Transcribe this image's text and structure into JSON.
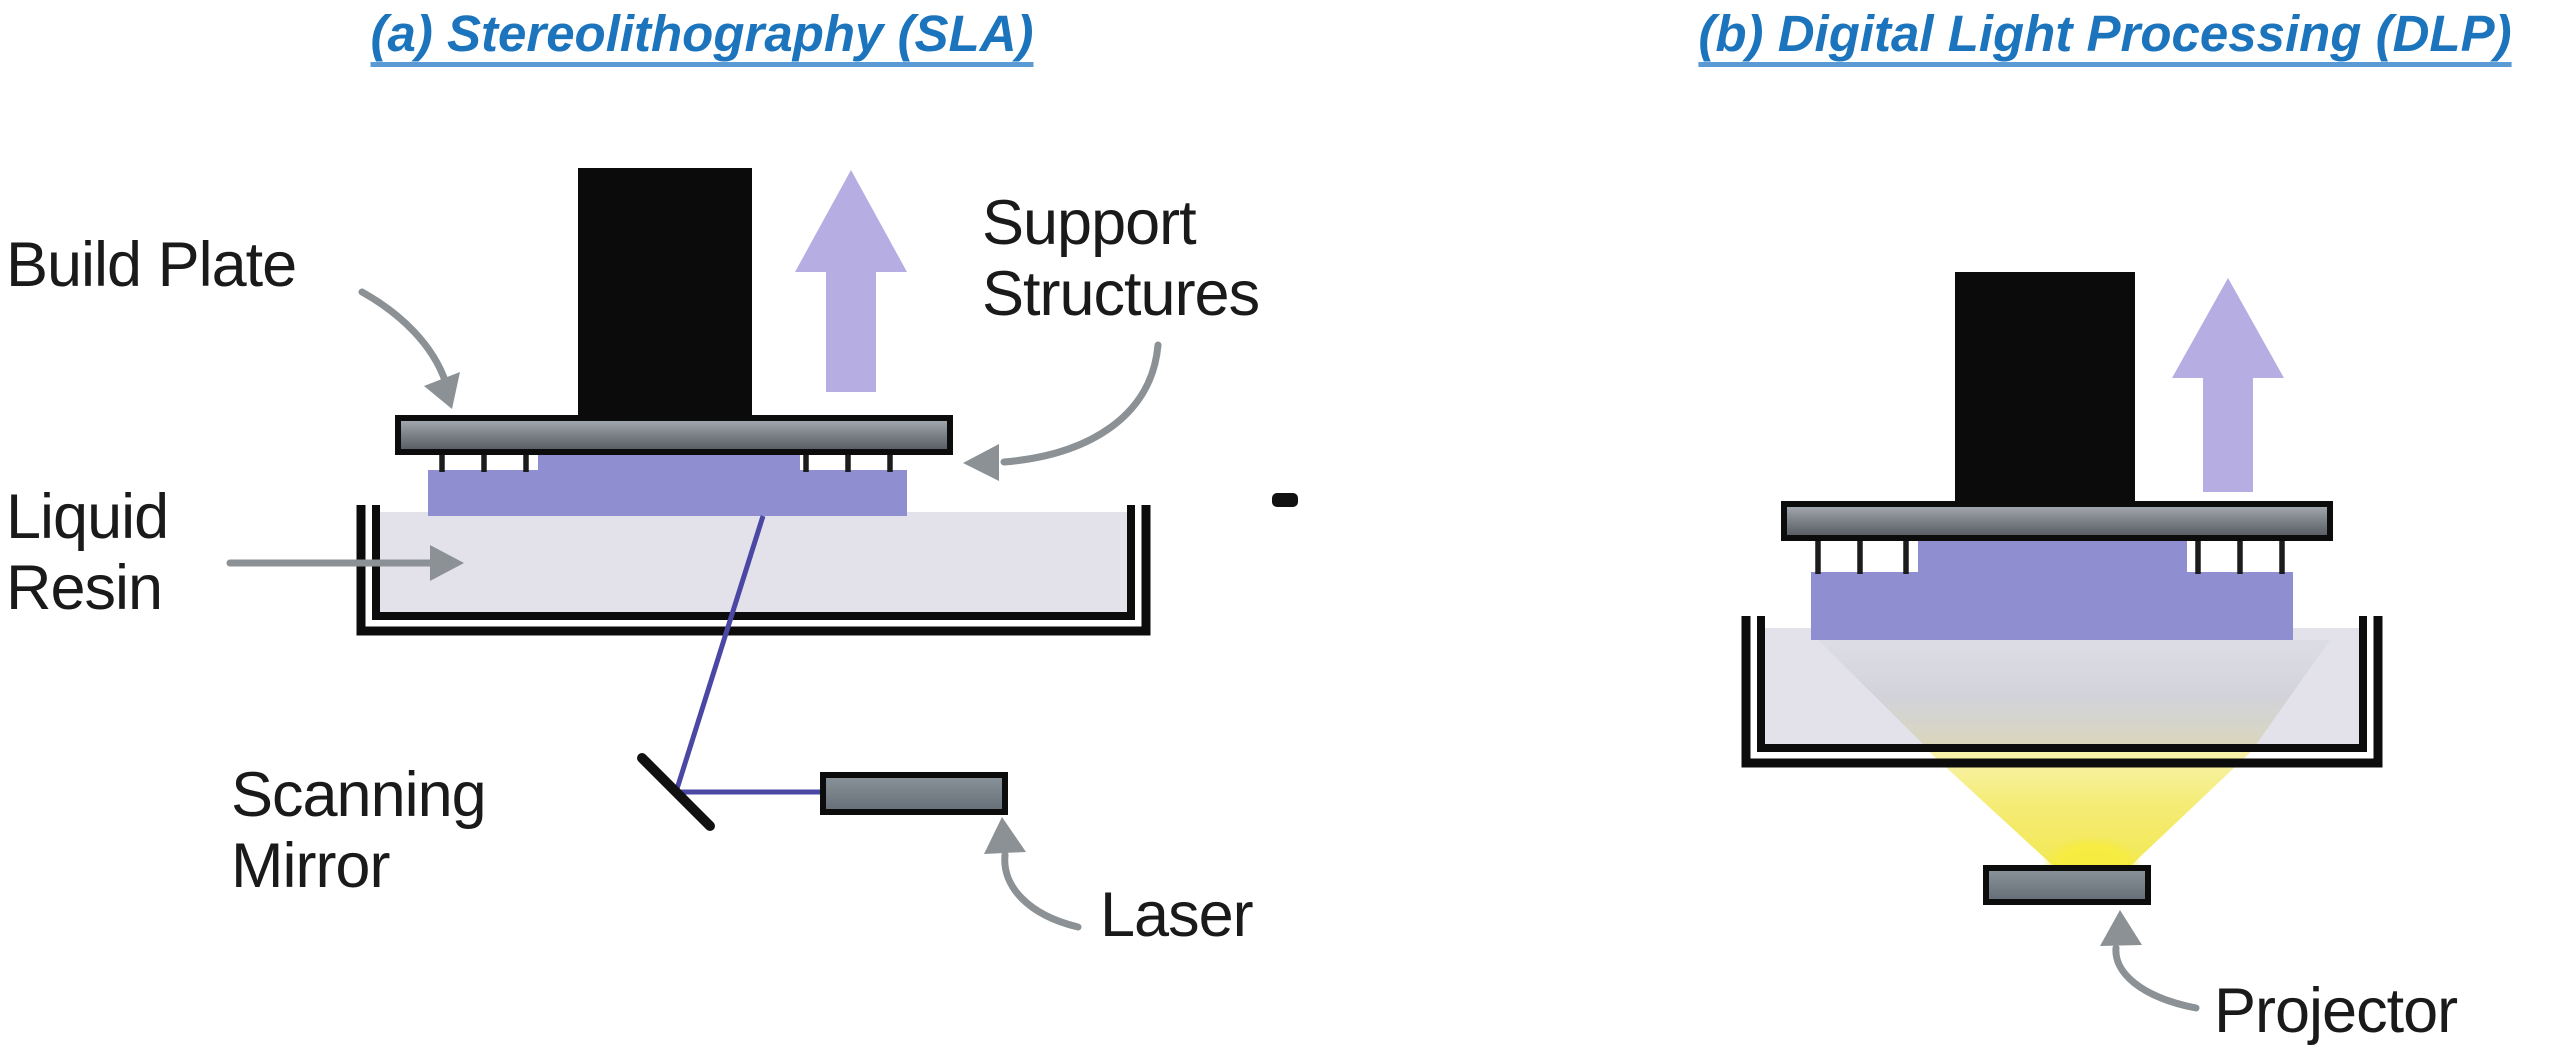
{
  "figure": {
    "description": "Comparison diagram of vat photopolymerization 3D printing methods",
    "panels": {
      "sla": {
        "title": "(a) Stereolithography (SLA)",
        "labels": {
          "build_plate": "Build Plate",
          "support_structures": [
            "Support",
            "Structures"
          ],
          "liquid_resin": [
            "Liquid",
            "Resin"
          ],
          "scanning_mirror": [
            "Scanning",
            "Mirror"
          ],
          "laser": "Laser"
        }
      },
      "dlp": {
        "title": "(b) Digital Light Processing (DLP)",
        "labels": {
          "projector": "Projector"
        }
      }
    },
    "colors": {
      "title_blue": "#1C74BC",
      "title_underline_blue": "#5B9BD5",
      "label_text": "#1A1A1A",
      "printed_part_black": "#0B0B0B",
      "cured_resin_purple": "#8F8ED0",
      "movement_arrow_lavender": "#B6ADE2",
      "liquid_resin_gray": "#E3E2EA",
      "build_plate_gray": "#7E858B",
      "device_gray": "#6F7780",
      "laser_beam_indigo": "#4B48A5",
      "projector_light_yellow": "#F2E95A",
      "annotation_arrow_gray": "#8B9194",
      "tank_outline_black": "#0C0C0C"
    },
    "icons": [
      "up-arrow-icon",
      "curved-annotation-arrow-icon",
      "straight-annotation-arrow-icon",
      "mirror-icon",
      "light-cone-icon"
    ]
  }
}
